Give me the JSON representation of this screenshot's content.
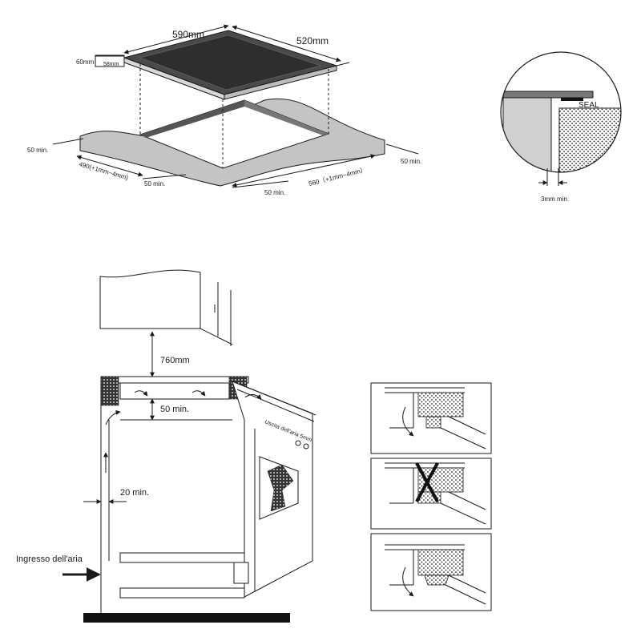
{
  "hob_diagram": {
    "width_label": "590mm",
    "depth_label": "520mm",
    "height_total_label": "60mm",
    "height_body_label": "58mm",
    "cutout_depth_label": "490(+1mm~4mm)",
    "cutout_width_label": "560（+1mm~4mm）",
    "clearance_left_label": "50 min.",
    "clearance_front_label": "50 min.",
    "clearance_front2_label": "50 min.",
    "clearance_right_label": "50 min."
  },
  "seal_detail": {
    "seal_label": "SEAL",
    "gap_label": "3mm min."
  },
  "installation_diagram": {
    "cabinet_clearance_label": "760mm",
    "under_clearance_label": "50 min.",
    "side_clearance_label": "20 min.",
    "air_inlet_label": "Ingresso dell'aria",
    "oven_vent_label": "Uscita dell'aria 5mm"
  },
  "colors": {
    "line": "#1a1a1a",
    "hob_glass": "#444444",
    "worktop": "#c8c8c8",
    "panel_fill": "#f4f4f4"
  }
}
